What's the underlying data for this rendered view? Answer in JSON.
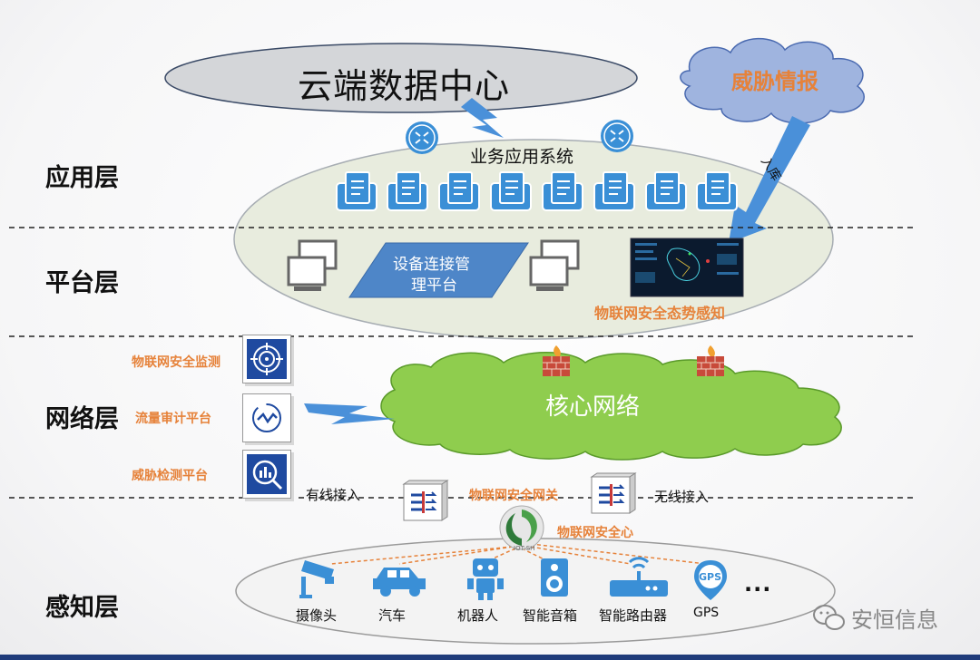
{
  "cloud_center": "云端数据中心",
  "threat_intel": "威胁情报",
  "import_label": "入库",
  "layers": {
    "application": "应用层",
    "platform": "平台层",
    "network": "网络层",
    "perception": "感知层"
  },
  "app": {
    "business_system": "业务应用系统"
  },
  "platform": {
    "device_mgmt_line1": "设备连接管",
    "device_mgmt_line2": "理平台",
    "situation_awareness": "物联网安全态势感知"
  },
  "network": {
    "core_network": "核心网络",
    "security_monitoring": "物联网安全监测",
    "traffic_audit": "流量审计平台",
    "threat_detection": "威胁检测平台",
    "wired_access": "有线接入",
    "wireless_access": "无线接入",
    "security_gateway": "物联网安全网关",
    "security_center": "物联网安全心",
    "logo_text": "IOT-SH"
  },
  "devices": [
    "摄像头",
    "汽车",
    "机器人",
    "智能音箱",
    "智能路由器",
    "GPS"
  ],
  "gps_badge": "GPS",
  "ellipsis": "...",
  "watermark": "安恒信息",
  "colors": {
    "accent_orange": "#e6823a",
    "cloud_green": "#8fcd4e",
    "arrow_blue": "#4a90d9",
    "icon_blue": "#3a8fd6",
    "threat_cloud": "#9fb4df"
  }
}
